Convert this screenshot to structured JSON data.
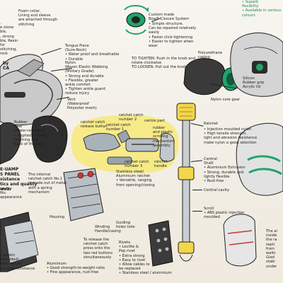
{
  "notes": {
    "top_left_intro": "Foam collar,\nLining and sleeve\nare attached through\nstitching",
    "left_edge": ".\ne stone\nble,\n, strong\nble, Resin\nfor\nstitching,\nrock",
    "tongue": "Tongue Piece\n(Sure-Rock)\n• Water proof and breathable\n• Durable",
    "nylon": "Nylon\nWoven Elastic Webbing\n(Military Grade)\n• Strong and durable\n• Flexible, greater\nankle comfort\n• Tighten ankle guard\nreduce injury",
    "vent": "Vent\n(Waterproof\nPolyester mesh)",
    "rubber_seal": "Rubber\nSeal\n(Water-repellent)\n• Applied to front,\nstitching and\nback of the boot",
    "left_mid": "by\nCA",
    "left_lower": "E-UAMP\nS PANEL\nsistance\ntics and quality\nwear",
    "left_panel_items": "ne-fit\nfits\nappearance",
    "boa_title": "Custom made\nBoa® Closure System",
    "boa_points": "• Simple structure.\nCan be repaired relatively\neasily\n• Faster click-tightening\n• Easier to tighten when\nwear",
    "tighten": "TO TIGHTEN: Push in the knob and\nrotate clockwise\nTO LOOSEN: Pull out the knob",
    "polyurethane": "Polyurethane\ncasing",
    "silicon": "Silicon\nRubber grip\nAcrylic lid",
    "nylon_gear": "Nylon core gear",
    "top_right_green": "• Superb\nflexibility\n• Available in various\ncolours",
    "ratchet_top": "ratchet catch\nnumber 2",
    "ratchet_release": "ratchet catch\nrelease button",
    "ratchet_num1": "ratchet catch\nnumber 1",
    "centre_part": "centre part",
    "rubber_plastic": "rubber\nand plastic\nscrolling\nmechanism\nassembly",
    "ratchet_num3": "ratchet catch\nnumber 3",
    "ratchet_handle": "ratchet\nhandle",
    "ratchet_label": "Ratchet",
    "ratchet_points": "• Injection moulded nylon\n• High tensile strength,\nlight and abrasion resistance\nmake nylon a good selection",
    "stainless": "Stainless steel/\nAluminium ratchet\n• Versatile, ranging\nfrom opening/closing",
    "central_shaft": "Central\nShaft\n• Aluminium Extrusion\n• Strong, durable and\nlightly flexible\n• Rust-free",
    "central_cavity": "Central cavity",
    "scroll": "Scroll\n• ABS plastic injection\nmoulded",
    "internal_note": "The internal\nratchet catch No.1\nis made out of metal\nwith a spring\nmechanism",
    "housing": "Housing",
    "winding": "Winding\nHandle/casing",
    "guiding": "Guiding\nholes hole",
    "release": "To release the\nratchet catch\npress onto the\ntwo red buttons\nsimultaneously",
    "rivets": "Rivets\n• Loctite &\nPop rivet\n• Extra strong\n• Easy to rivet\n• Allow cables to\nbe replaced\n• Stainless steel / aluminium",
    "aluminium": "Aluminium\n• Good strength-to-weight ratio\n• Fine appearance, rust-free",
    "lower_left_plastic": "c plastic\n(moulded)\nlight weight\nreduced resistance",
    "right_lower": "The al\ninside\nthe ra\nrepti\nfrom\nwalki\nGlad\nstabi\nunder"
  },
  "colors": {
    "boa_green": "#1fa46a",
    "ratchet_yellow": "#f2d64b",
    "highlight_yellow": "#f7e978",
    "ink": "#1e1e1e",
    "metal": "#9aa3ab",
    "rubber_dark": "#2a2a2a",
    "red_button": "#c8392f"
  }
}
